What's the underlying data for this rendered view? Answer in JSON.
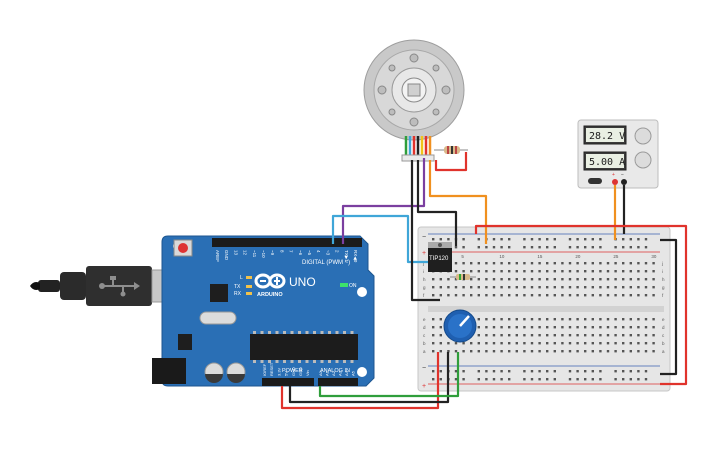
{
  "arduino": {
    "logo_text": "ARDUINO",
    "model": "UNO",
    "on_label": "ON",
    "digital_label": "DIGITAL (PWM ~)",
    "power_label": "POWER",
    "analog_label": "ANALOG IN",
    "tx_label": "TX",
    "rx_label": "RX",
    "l_label": "L",
    "top_pin_labels": [
      "AREF",
      "GND",
      "13",
      "12",
      "~11",
      "~10",
      "~9",
      "8",
      "7",
      "~6",
      "~5",
      "4",
      "~3",
      "2",
      "TX▶1",
      "RX◀0"
    ],
    "power_pin_labels": [
      "IOREF",
      "RESET",
      "3.3V",
      "5V",
      "GND",
      "GND",
      "Vin"
    ],
    "analog_pin_labels": [
      "A0",
      "A1",
      "A2",
      "A3",
      "A4",
      "A5"
    ]
  },
  "power_supply": {
    "voltage_display": "28.2 V",
    "current_display": "5.00 A",
    "plus_label": "+",
    "minus_label": "−"
  },
  "transistor": {
    "label": "TIP120"
  },
  "breadboard": {
    "column_numbers_top": [
      "1",
      "5",
      "10",
      "15",
      "20",
      "25",
      "30"
    ],
    "row_letters_top": [
      "j",
      "i",
      "h",
      "g",
      "f"
    ],
    "row_letters_bottom": [
      "e",
      "d",
      "c",
      "b",
      "a"
    ],
    "plus_label": "+",
    "minus_label": "−"
  },
  "colors": {
    "wire_red": "#e0332c",
    "wire_black": "#222222",
    "wire_orange": "#f0901f",
    "wire_purple": "#7b3fa0",
    "wire_blue": "#3fa6d8",
    "wire_green": "#2f9e3b",
    "arduino_blue": "#2a6fb5",
    "breadboard": "#e6e6e6",
    "potentiometer": "#1f5fb0"
  }
}
